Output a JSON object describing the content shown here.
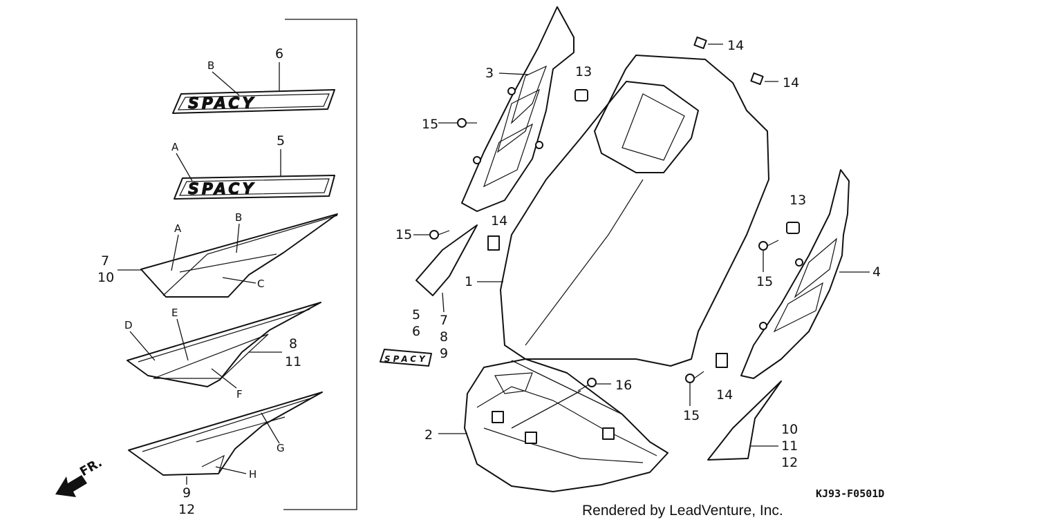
{
  "callouts": {
    "n1": "1",
    "n2": "2",
    "n3": "3",
    "n4": "4",
    "n5a": "5",
    "n6a": "6",
    "n5b": "5",
    "n6b": "6",
    "n7a": "7",
    "n10a": "10",
    "n7b": "7",
    "n8a": "8",
    "n9a": "9",
    "n8b": "8",
    "n11a": "11",
    "n9b": "9",
    "n12a": "12",
    "n10b": "10",
    "n11b": "11",
    "n12b": "12",
    "n13a": "13",
    "n13b": "13",
    "n14a": "14",
    "n14b": "14",
    "n14c": "14",
    "n14d": "14",
    "n15a": "15",
    "n15b": "15",
    "n15c": "15",
    "n15d": "15",
    "n16": "16"
  },
  "letters": {
    "A1": "A",
    "B1": "B",
    "A2": "A",
    "B2": "B",
    "C": "C",
    "D": "D",
    "E": "E",
    "F": "F",
    "G": "G",
    "H": "H"
  },
  "logos": {
    "emblem_b": "SPACY",
    "emblem_a": "SPACY",
    "small": "SPACY"
  },
  "front_indicator": "FR.",
  "diagram_code": "KJ93-F0501D",
  "credit": "Rendered by LeadVenture, Inc.",
  "icons": [
    "front-direction-arrow-icon"
  ]
}
